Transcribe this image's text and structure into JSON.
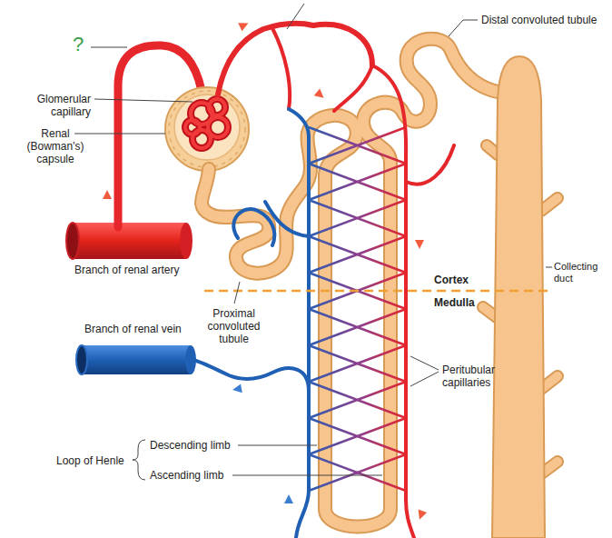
{
  "diagram": {
    "labels": [
      "?",
      "Distal convoluted tubule",
      "Glomerular capillary",
      "Renal (Bowman's) capsule",
      "Cortex",
      "Branch of renal artery",
      "Collecting duct",
      "Medulla",
      "Proximal convoluted tubule",
      "Branch of renal vein",
      "Peritubular capillaries",
      "Loop of Henle",
      "Descending limb",
      "Ascending limb"
    ]
  }
}
